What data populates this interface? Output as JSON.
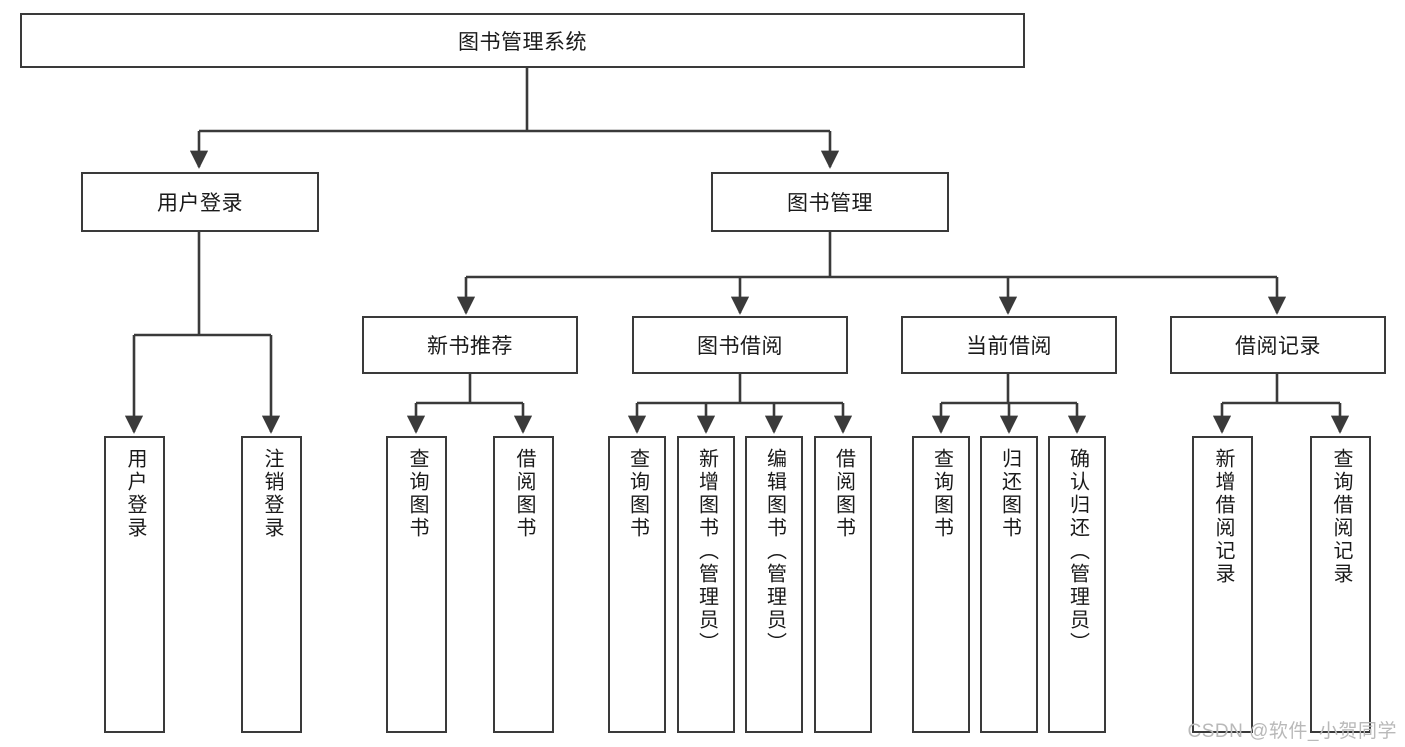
{
  "diagram": {
    "title_node": {
      "label": "图书管理系统"
    },
    "level2": [
      {
        "id": "user-login",
        "label": "用户登录"
      },
      {
        "id": "book-manage",
        "label": "图书管理"
      }
    ],
    "level3": [
      {
        "id": "new-book-rec",
        "label": "新书推荐"
      },
      {
        "id": "book-borrow",
        "label": "图书借阅"
      },
      {
        "id": "current-borrow",
        "label": "当前借阅"
      },
      {
        "id": "borrow-record",
        "label": "借阅记录"
      }
    ],
    "leaves": {
      "user_login": [
        {
          "id": "leaf-user-login",
          "label": "用户登录"
        },
        {
          "id": "leaf-logout",
          "label": "注销登录"
        }
      ],
      "new_book_rec": [
        {
          "id": "leaf-query-book-1",
          "label": "查询图书"
        },
        {
          "id": "leaf-borrow-book-1",
          "label": "借阅图书"
        }
      ],
      "book_borrow": [
        {
          "id": "leaf-query-book-2",
          "label": "查询图书"
        },
        {
          "id": "leaf-add-book",
          "label": "新增图书（管理员）"
        },
        {
          "id": "leaf-edit-book",
          "label": "编辑图书（管理员）"
        },
        {
          "id": "leaf-borrow-book-2",
          "label": "借阅图书"
        }
      ],
      "current_borrow": [
        {
          "id": "leaf-query-book-3",
          "label": "查询图书"
        },
        {
          "id": "leaf-return-book",
          "label": "归还图书"
        },
        {
          "id": "leaf-confirm-return",
          "label": "确认归还（管理员）"
        }
      ],
      "borrow_record": [
        {
          "id": "leaf-add-record",
          "label": "新增借阅记录"
        },
        {
          "id": "leaf-query-record",
          "label": "查询借阅记录"
        }
      ]
    },
    "watermark": {
      "text": "CSDN @软件_小贺同学"
    },
    "colors": {
      "stroke": "#3a3a3a",
      "fill": "#ffffff",
      "text": "#1a1a1a",
      "watermark": "#b9b9b9"
    }
  }
}
